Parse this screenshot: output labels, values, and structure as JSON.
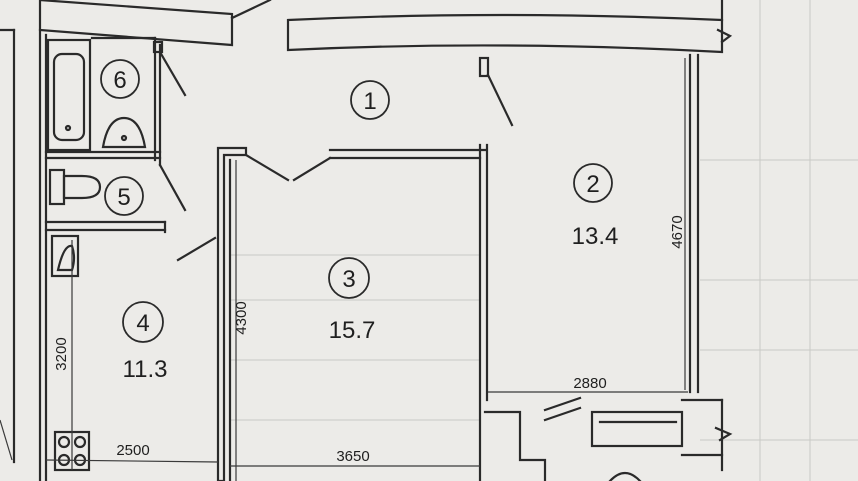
{
  "rooms": [
    {
      "number": "1",
      "area": ""
    },
    {
      "number": "2",
      "area": "13.4"
    },
    {
      "number": "3",
      "area": "15.7"
    },
    {
      "number": "4",
      "area": "11.3"
    },
    {
      "number": "5",
      "area": ""
    },
    {
      "number": "6",
      "area": ""
    }
  ],
  "dimensions": {
    "d4670": "4670",
    "d4300": "4300",
    "d3200": "3200",
    "d2880": "2880",
    "d2500": "2500",
    "d3650": "3650"
  },
  "colors": {
    "paper": "#ecebe8",
    "wall": "#2a2a2a",
    "line": "#3a3a3a"
  }
}
